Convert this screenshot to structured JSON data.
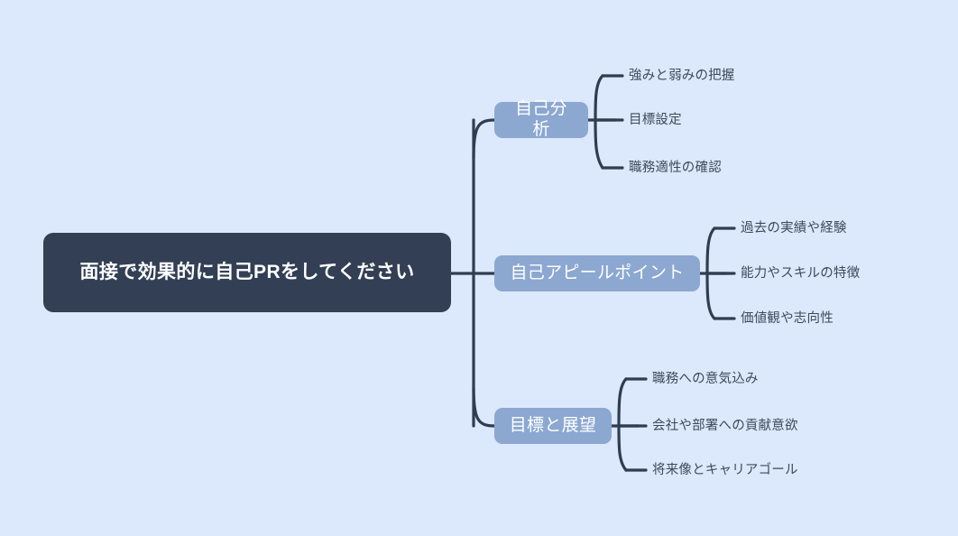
{
  "canvas": {
    "background_color": "#dce8fb",
    "grid": "faint-white-crosshatch"
  },
  "theme": {
    "root_fill": "#333f54",
    "root_text_color": "#ffffff",
    "branch_fill": "#8ca8d1",
    "branch_text_color": "#ffffff",
    "leaf_text_color": "#3d4a5e",
    "connector_color": "#2f3d52"
  },
  "mindmap": {
    "root": {
      "label": "面接で効果的に自己PRをしてください"
    },
    "branches": [
      {
        "label": "自己分析",
        "leaves": [
          {
            "label": "強みと弱みの把握"
          },
          {
            "label": "目標設定"
          },
          {
            "label": "職務適性の確認"
          }
        ]
      },
      {
        "label": "自己アピールポイント",
        "leaves": [
          {
            "label": "過去の実績や経験"
          },
          {
            "label": "能力やスキルの特徴"
          },
          {
            "label": "価値観や志向性"
          }
        ]
      },
      {
        "label": "目標と展望",
        "leaves": [
          {
            "label": "職務への意気込み"
          },
          {
            "label": "会社や部署への貢献意欲"
          },
          {
            "label": "将来像とキャリアゴール"
          }
        ]
      }
    ]
  }
}
